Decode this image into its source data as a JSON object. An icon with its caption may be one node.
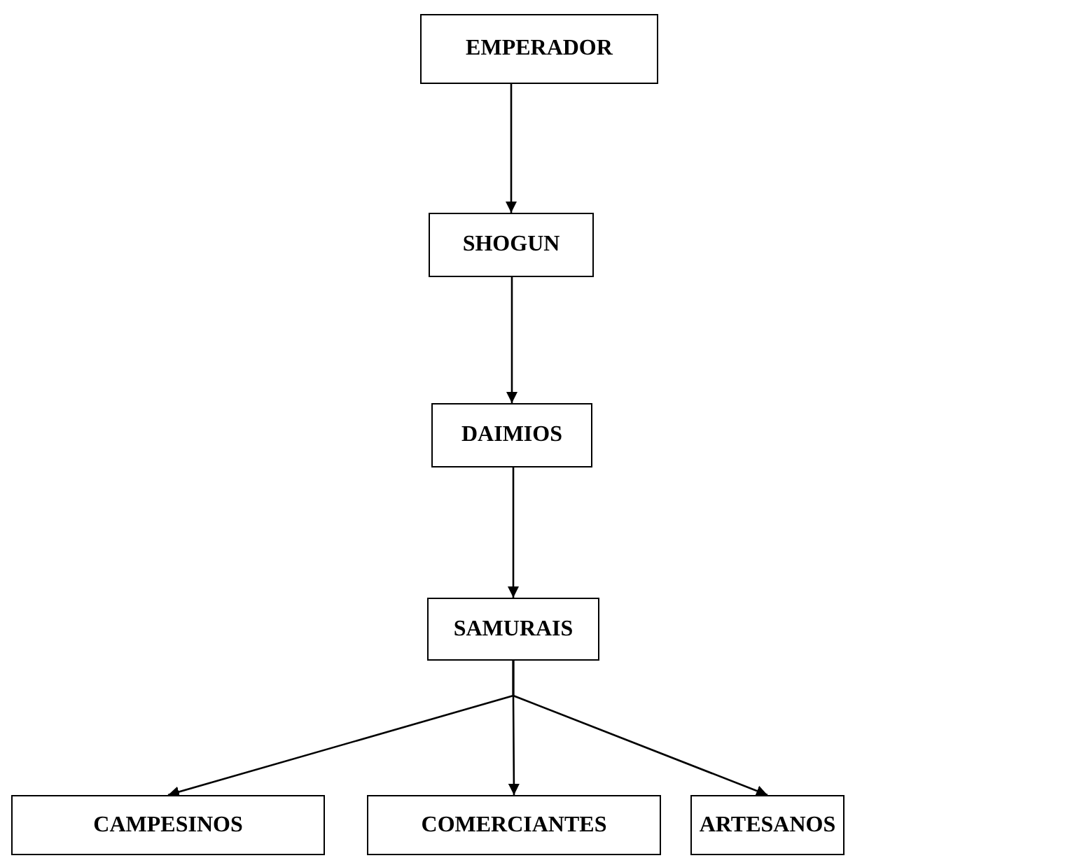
{
  "diagram": {
    "nodes": [
      {
        "text": [
          "EMPERADOR"
        ]
      },
      {
        "text": [
          "SHOGUN"
        ]
      },
      {
        "text": [
          "DAIMIOS"
        ]
      },
      {
        "text": [
          "SAMURAIS"
        ]
      },
      {
        "text": [
          "CAMPESINOS"
        ]
      },
      {
        "text": [
          "COMERCIANTES"
        ]
      },
      {
        "text": [
          "ARTESANOS"
        ]
      }
    ],
    "edges": [
      {
        "from": 0,
        "to": 1,
        "arrow": "to"
      },
      {
        "from": 1,
        "to": 2,
        "arrow": "to"
      },
      {
        "from": 2,
        "to": 3,
        "arrow": "to"
      },
      {
        "from": 3,
        "to": 4,
        "arrow": "to"
      },
      {
        "from": 3,
        "to": 5,
        "arrow": "to"
      },
      {
        "from": 3,
        "to": 6,
        "arrow": "to"
      }
    ]
  }
}
